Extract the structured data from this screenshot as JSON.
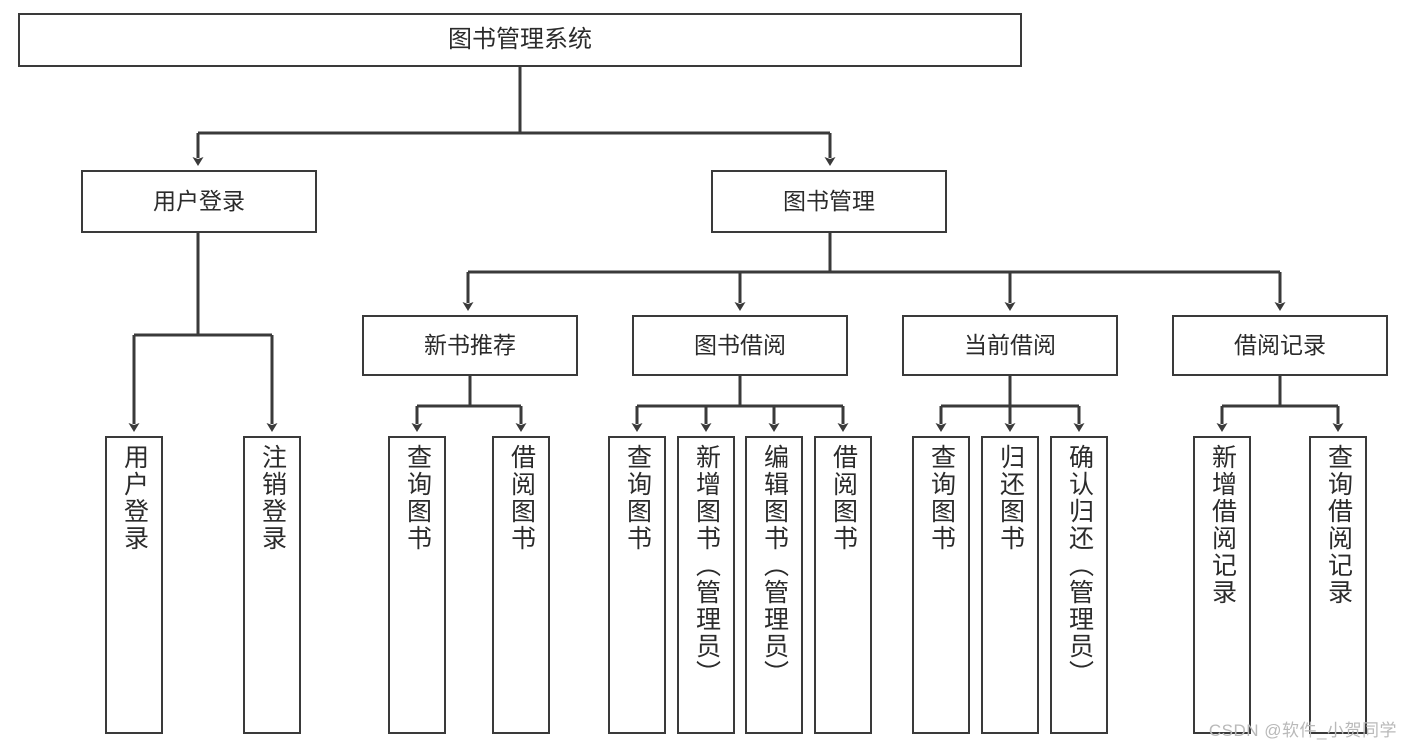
{
  "diagram": {
    "type": "tree-hierarchy",
    "title": "图书管理系统",
    "watermark": "CSDN @软件_小贺同学",
    "colors": {
      "stroke": "#3a3a3a",
      "box_fill": "#ffffff",
      "text": "#2b2b2b",
      "background": "#ffffff",
      "watermark": "#b9b9b9"
    },
    "nodes": {
      "root": {
        "label": "图书管理系统",
        "level": 1
      },
      "level2": [
        {
          "id": "user-login",
          "label": "用户登录"
        },
        {
          "id": "book-management",
          "label": "图书管理"
        }
      ],
      "level3": [
        {
          "id": "new-book-recommend",
          "label": "新书推荐"
        },
        {
          "id": "book-borrow",
          "label": "图书借阅"
        },
        {
          "id": "current-borrow",
          "label": "当前借阅"
        },
        {
          "id": "borrow-record",
          "label": "借阅记录"
        }
      ],
      "leaves": {
        "user_login": [
          {
            "id": "leaf-user-login",
            "label": "用户登录"
          },
          {
            "id": "leaf-logout-login",
            "label": "注销登录"
          }
        ],
        "new_book_recommend": [
          {
            "id": "leaf-query-book-1",
            "label": "查询图书"
          },
          {
            "id": "leaf-borrow-book-1",
            "label": "借阅图书"
          }
        ],
        "book_borrow": [
          {
            "id": "leaf-query-book-2",
            "label": "查询图书"
          },
          {
            "id": "leaf-add-book",
            "label": "新增图书（管理员）"
          },
          {
            "id": "leaf-edit-book",
            "label": "编辑图书（管理员）"
          },
          {
            "id": "leaf-borrow-book-2",
            "label": "借阅图书"
          }
        ],
        "current_borrow": [
          {
            "id": "leaf-query-book-3",
            "label": "查询图书"
          },
          {
            "id": "leaf-return-book",
            "label": "归还图书"
          },
          {
            "id": "leaf-confirm-return",
            "label": "确认归还（管理员）"
          }
        ],
        "borrow_record": [
          {
            "id": "leaf-add-record",
            "label": "新增借阅记录"
          },
          {
            "id": "leaf-query-record",
            "label": "查询借阅记录"
          }
        ]
      }
    }
  }
}
